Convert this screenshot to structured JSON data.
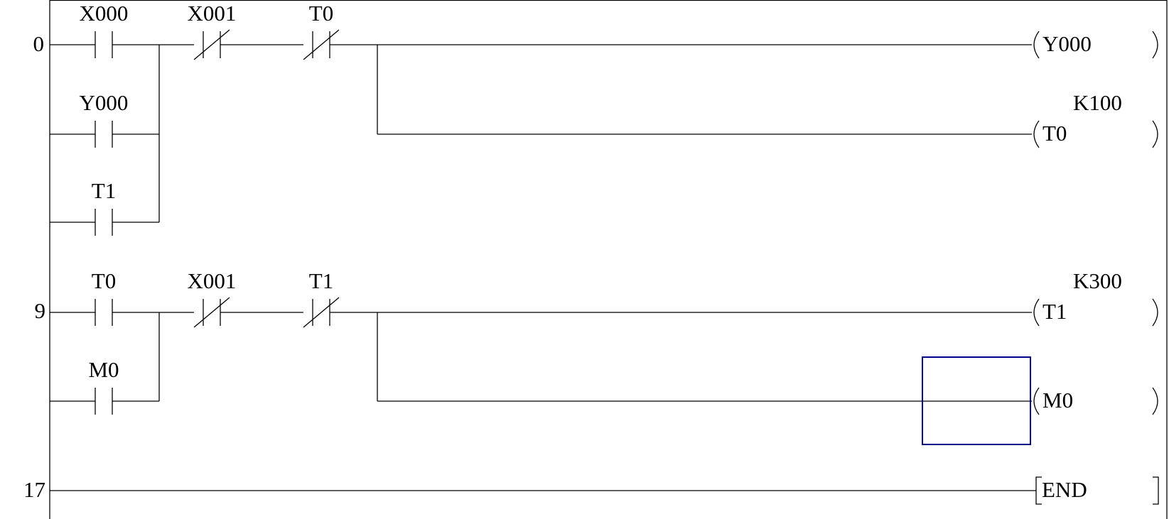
{
  "ladder": {
    "steps": [
      {
        "number": "0"
      },
      {
        "number": "9"
      },
      {
        "number": "17"
      }
    ],
    "rung0": {
      "contact_x000": "X000",
      "contact_x001_nc": "X001",
      "contact_t0_nc": "T0",
      "branch_y000": "Y000",
      "branch_t1": "T1",
      "coil_y000": "Y000",
      "coil_t0": "T0",
      "timer_t0_setting": "K100"
    },
    "rung9": {
      "contact_t0": "T0",
      "contact_x001_nc": "X001",
      "contact_t1_nc": "T1",
      "branch_m0": "M0",
      "coil_t1": "T1",
      "timer_t1_setting": "K300",
      "coil_m0": "M0"
    },
    "rung17": {
      "instruction_end": "END"
    },
    "colors": {
      "wire": "#000000",
      "cursor": "#00008b",
      "background": "#ffffff"
    }
  }
}
